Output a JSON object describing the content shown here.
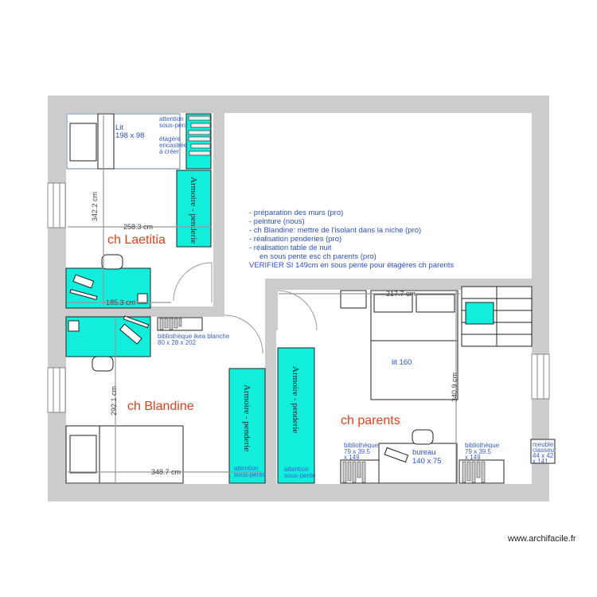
{
  "rooms": {
    "laetitia": "ch Laetitia",
    "blandine": "ch Blandine",
    "parents": "ch parents"
  },
  "furniture": {
    "lit_laetitia": [
      "Lit",
      "198 x 98"
    ],
    "attention_etagere": [
      "attention",
      "sous-pente",
      "étagère",
      "encastrée",
      "à créer"
    ],
    "armoire": "Armoire - penderie",
    "attention": [
      "attention",
      "sous-pente"
    ],
    "bibli_ikea": [
      "bibliothèque ikea blanche",
      "80 x 28 x 202"
    ],
    "lit_parents": "lit 160",
    "bureau": [
      "bureau",
      "140 x 75"
    ],
    "bibliotheque": [
      "bibliothèque",
      "79 x 39.5",
      "x 149"
    ],
    "meuble": [
      "meuble",
      "classeur",
      "44 x 42",
      "x 141"
    ]
  },
  "dimensions": {
    "d1": "342.2 cm",
    "d2": "258.3 cm",
    "d3": "185.3 cm",
    "d4": "292.1 cm",
    "d5": "348.7 cm",
    "d6": "217.7 cm",
    "d7": "340.9 cm"
  },
  "notes": [
    "- préparation des murs (pro)",
    "- peinture (nous)",
    "- ch Blandine: mettre de l'isolant dans la niche (pro)",
    "- réalisation penderies (pro)",
    "- réalisation table de nuit",
    "en sous pente esc ch parents (pro)",
    "VERIFIER SI 149cm en sous pente pour étagères ch parents"
  ],
  "watermark": "www.archifacile.fr",
  "colors": {
    "wall": "#cccccc",
    "furniture": "#12eedc",
    "room_label": "#e2401c",
    "text": "#3a5fd0"
  }
}
